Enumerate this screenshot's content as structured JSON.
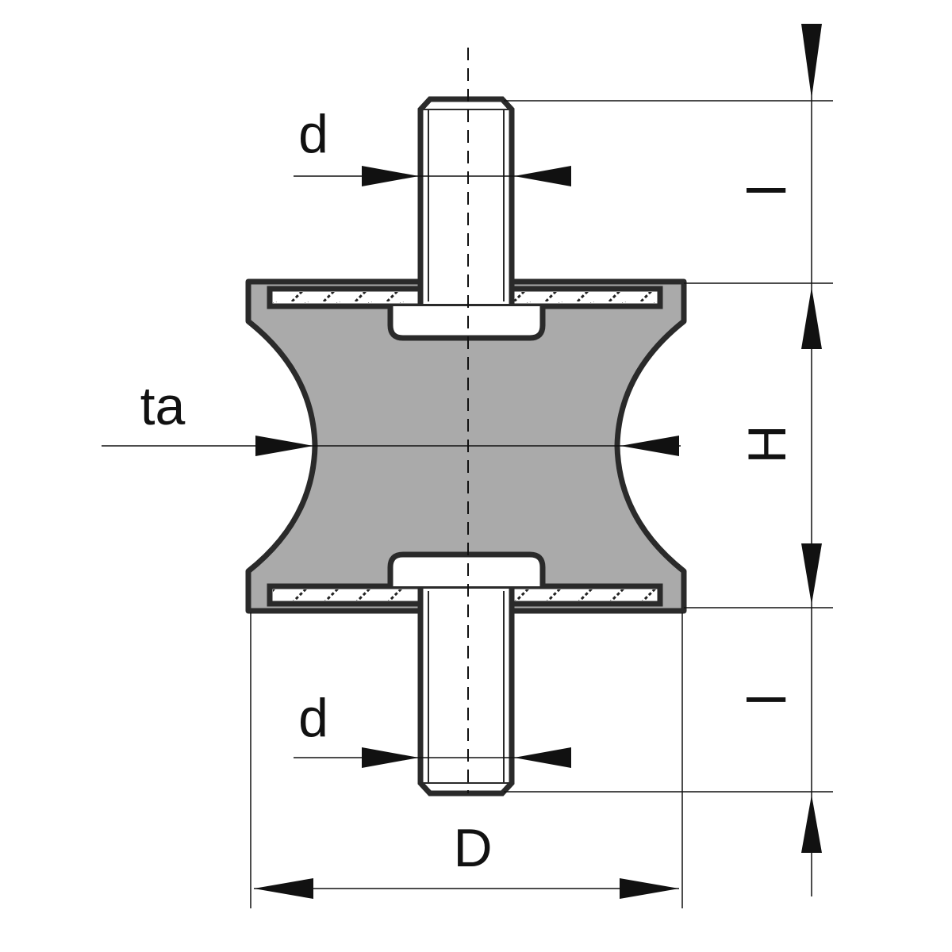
{
  "diagram": {
    "labels": {
      "d_top": "d",
      "d_bottom": "d",
      "ta": "ta",
      "D": "D",
      "H": "H",
      "l_top": "l",
      "l_bottom": "l"
    },
    "colors": {
      "rubber": "#aaaaaa",
      "outline": "#2a2a2a",
      "line": "#111111"
    }
  }
}
